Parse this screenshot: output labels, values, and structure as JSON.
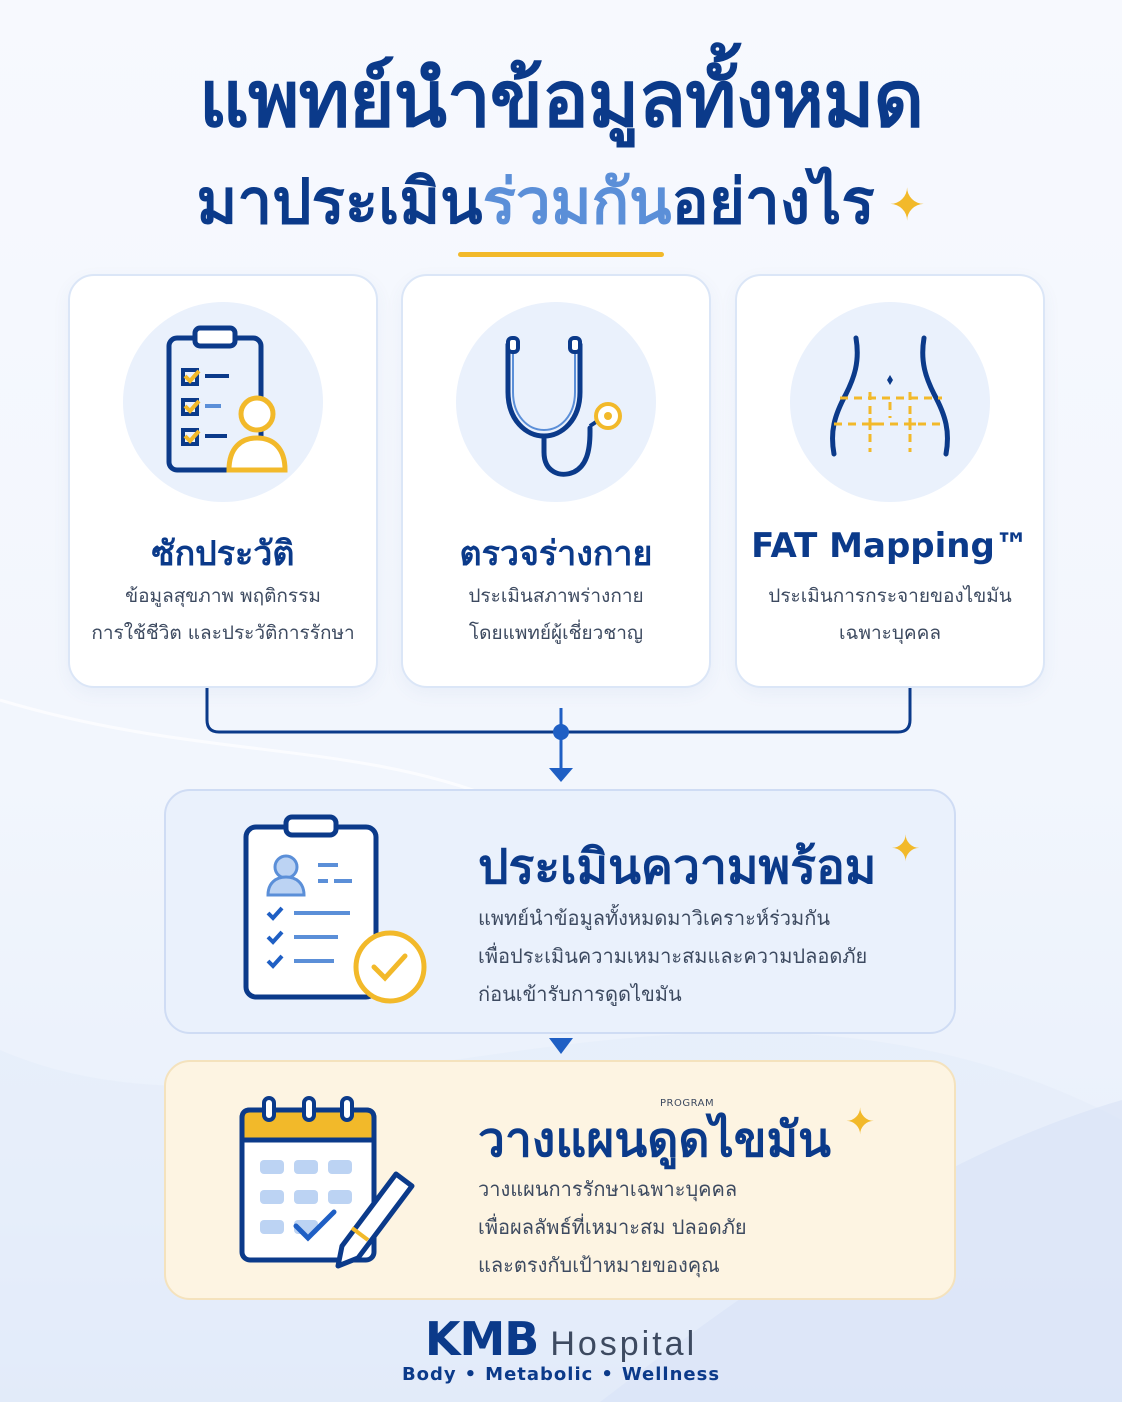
{
  "title": {
    "line1": "แพทย์นำข้อมูลทั้งหมด",
    "line2_prefix": "มาประเมิน",
    "line2_accent": "ร่วมกัน",
    "line2_suffix": "อย่างไร"
  },
  "cards": [
    {
      "title": "ซักประวัติ",
      "desc": [
        "ข้อมูลสุขภาพ พฤติกรรม",
        "การใช้ชีวิต และประวัติการรักษา"
      ],
      "icon": "clipboard-person-icon"
    },
    {
      "title": "ตรวจร่างกาย",
      "desc": [
        "ประเมินสภาพร่างกาย",
        "โดยแพทย์ผู้เชี่ยวชาญ"
      ],
      "icon": "stethoscope-icon"
    },
    {
      "title": "FAT Mapping™",
      "desc": [
        "ประเมินการกระจายของไขมัน",
        "เฉพาะบุคคล"
      ],
      "icon": "body-mapping-icon"
    }
  ],
  "assessment": {
    "title": "ประเมินความพร้อม",
    "desc": [
      "แพทย์นำข้อมูลทั้งหมดมาวิเคราะห์ร่วมกัน",
      "เพื่อประเมินความเหมาะสมและความปลอดภัย",
      "ก่อนเข้ารับการดูดไขมัน"
    ],
    "icon": "clipboard-check-icon"
  },
  "plan": {
    "tag": "PROGRAM",
    "title": "วางแผนดูดไขมัน",
    "desc": [
      "วางแผนการรักษาเฉพาะบุคคล",
      "เพื่อผลลัพธ์ที่เหมาะสม ปลอดภัย",
      "และตรงกับเป้าหมายของคุณ"
    ],
    "icon": "calendar-pencil-icon"
  },
  "logo": {
    "brand": "KMB",
    "name": "Hospital",
    "tagline": [
      "Body",
      "Metabolic",
      "Wellness"
    ]
  },
  "colors": {
    "navy": "#0b3a8a",
    "accent_blue": "#5b8fd8",
    "gold": "#f2b92a",
    "text_gray": "#3d4a60"
  }
}
